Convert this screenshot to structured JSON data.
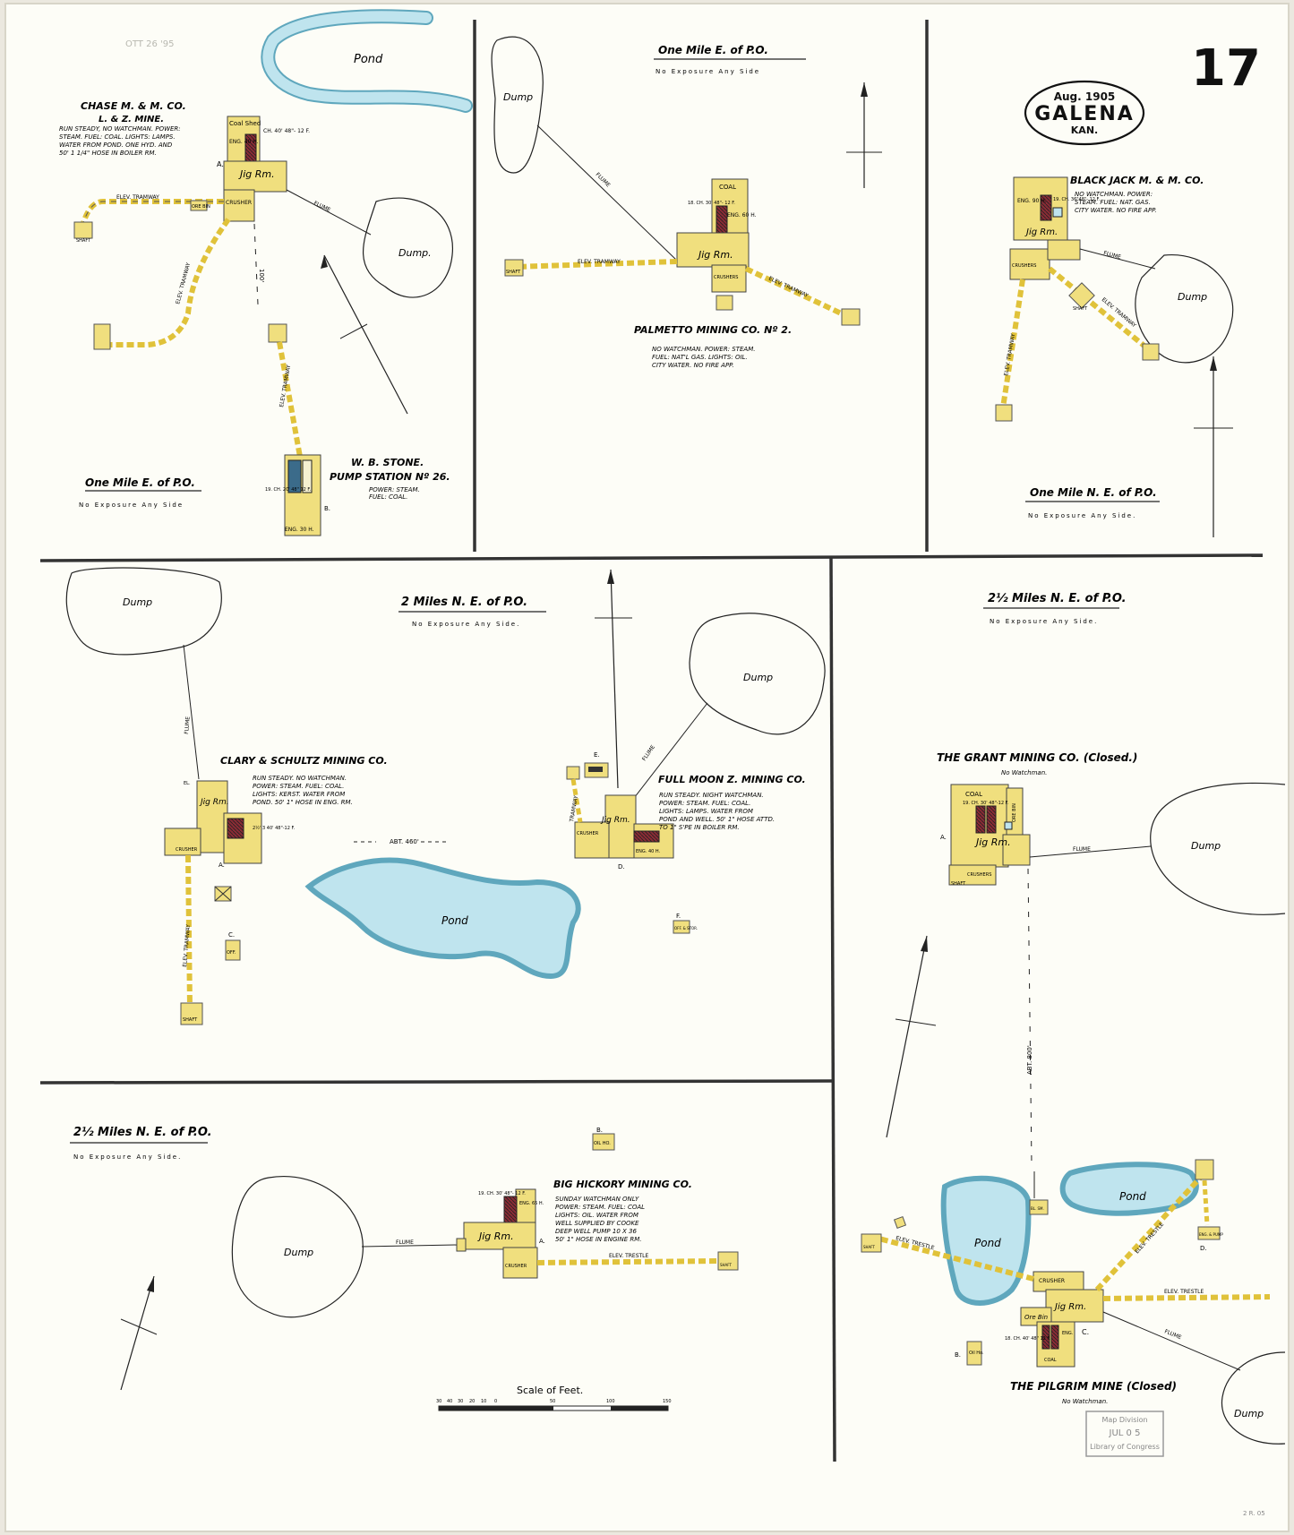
{
  "sheet": {
    "page_number": "17",
    "stamp_top": "OTT 26 '95",
    "corner_note": "2 R. 05",
    "receipt_stamp": [
      "Map Division",
      "JUL 0 5",
      "Library of Congress"
    ]
  },
  "title_cartouche": {
    "date": "Aug. 1905",
    "town": "GALENA",
    "state": "KAN."
  },
  "scale": {
    "title": "Scale of Feet.",
    "ticks": [
      "30",
      "40",
      "30",
      "20",
      "10",
      "0",
      "50",
      "100",
      "150"
    ]
  },
  "colors": {
    "building": "#f0df7e",
    "water": "#bfe4ee",
    "water_edge": "#5fa7bd",
    "ink": "#222222",
    "frame": "#333333",
    "paper": "#fdfdf7"
  },
  "panels": {
    "chase": {
      "heading": "CHASE M. & M. CO.",
      "subheading": "L. & Z. MINE.",
      "notes": [
        "RUN STEADY, NO WATCHMAN. POWER:",
        "STEAM. FUEL: COAL. LIGHTS: LAMPS.",
        "WATER FROM POND. ONE HYD. AND",
        "50' 1 1/4\" HOSE IN BOILER RM."
      ],
      "location": "One Mile E. of P.O.",
      "exposure": "No Exposure Any Side",
      "labels": {
        "pond": "Pond",
        "dump": "Dump.",
        "coal_shed": "Coal Shed",
        "eng": "ENG. 40 H.",
        "jig": "Jig Rm.",
        "crusher": "CRUSHER",
        "flume": "FLUME",
        "tramway_w": "ELEV. TRAMWAY",
        "tramway_sw": "ELEV. TRAMWAY",
        "tramway_s": "ELEV. TRAMWAY",
        "shaft": "SHAFT",
        "ore_bin": "ORE BIN",
        "dist": "100'",
        "letter_a": "A.",
        "boiler": "CH. 40' 48\"- 12 F."
      },
      "pump": {
        "title": "W. B. STONE.",
        "subtitle": "PUMP STATION Nº 26.",
        "notes": [
          "POWER: STEAM.",
          "FUEL: COAL."
        ],
        "eng": "ENG. 30 H.",
        "letter_b": "B.",
        "boiler": "19. CH. 20' 48\" 12 F."
      }
    },
    "palmetto": {
      "location": "One Mile E. of P.O.",
      "exposure": "No Exposure Any Side",
      "heading": "PALMETTO MINING CO. Nº 2.",
      "notes": [
        "NO WATCHMAN. POWER: STEAM.",
        "FUEL: NAT'L GAS. LIGHTS: OIL.",
        "CITY WATER. NO FIRE APP."
      ],
      "labels": {
        "dump": "Dump",
        "flume": "FLUME",
        "coal": "COAL",
        "eng": "ENG. 60 H.",
        "jig": "Jig Rm.",
        "crushers": "CRUSHERS",
        "tramway_w": "ELEV. TRAMWAY",
        "tramway_e": "ELEV. TRAMWAY",
        "shaft": "SHAFT",
        "boiler": "18. CH. 30' 48\"- 12 F."
      }
    },
    "blackjack": {
      "heading": "BLACK JACK M. & M. CO.",
      "notes": [
        "NO WATCHMAN. POWER:",
        "STEAM. FUEL: NAT. GAS.",
        "CITY WATER. NO FIRE APP."
      ],
      "location": "One Mile N. E. of P.O.",
      "exposure": "No Exposure Any Side.",
      "labels": {
        "dump": "Dump",
        "eng": "ENG. 90 H.",
        "jig": "Jig Rm.",
        "crushers": "CRUSHERS",
        "flume": "FLUME",
        "tramway_s": "ELEV. TRAMWAY",
        "tramway_se": "ELEV. TRAMWAY",
        "shaft": "SHAFT",
        "boiler": "19. CH. 36\"48\"- 12 F."
      }
    },
    "clary_fullmoon": {
      "location": "2 Miles N. E. of P.O.",
      "exposure": "No Exposure Any Side.",
      "clary": {
        "heading": "CLARY & SCHULTZ MINING CO.",
        "notes": [
          "RUN STEADY. NO WATCHMAN.",
          "POWER: STEAM. FUEL: COAL.",
          "LIGHTS: KERST. WATER FROM",
          "POND. 50' 1\" HOSE IN ENG. RM."
        ],
        "jig": "Jig Rm.",
        "crusher": "CRUSHER",
        "flume": "FLUME",
        "tramway": "ELEV. TRAMWAY",
        "shaft": "SHAFT",
        "off": "OFF.",
        "letter_a": "A.",
        "letter_c": "C.",
        "boiler": "2½' 3 40' 48\"-12 F.",
        "el": "EL."
      },
      "fullmoon": {
        "heading": "FULL MOON Z. MINING CO.",
        "notes": [
          "RUN STEADY. NIGHT WATCHMAN.",
          "POWER: STEAM. FUEL: COAL.",
          "LIGHTS: LAMPS. WATER FROM",
          "POND AND WELL. 50' 1\" HOSE ATTD.",
          "TO 1\" S'PE IN BOILER RM."
        ],
        "jig": "Jig Rm.",
        "crusher": "CRUSHER",
        "eng": "ENG. 40 H.",
        "flume": "FLUME",
        "tramway": "TRAMWAY",
        "letter_d": "D.",
        "letter_e": "E.",
        "letter_f": "F.",
        "off": "OFF. & STOR."
      },
      "dump_nw": "Dump",
      "dump_ne": "Dump",
      "pond": "Pond",
      "dist": "ABT. 460'"
    },
    "grant_pilgrim": {
      "location": "2½ Miles N. E. of P.O.",
      "exposure": "No Exposure Any Side.",
      "grant": {
        "heading": "THE GRANT MINING CO. (Closed.)",
        "note": "No Watchman.",
        "coal": "COAL",
        "jig": "Jig Rm.",
        "crushers": "CRUSHERS",
        "ore_bin": "ORE BIN",
        "flume": "FLUME",
        "shaft": "SHAFT",
        "letter_a": "A.",
        "dump": "Dump",
        "boiler": "19. CH. 30' 48\"-12 F."
      },
      "dist": "ABT. 800'",
      "pilgrim": {
        "heading": "THE PILGRIM MINE (Closed)",
        "note": "No Watchman.",
        "pond_w": "Pond",
        "pond_e": "Pond",
        "crusher": "CRUSHER",
        "jig": "Jig Rm.",
        "ore_bin": "Ore Bin",
        "eng": "ENG.",
        "coal": "COAL",
        "oil": "Oil Ho.",
        "flume": "FLUME",
        "trestle_w": "ELEV. TRESTLE",
        "trestle_e": "ELEV. TRESTLE",
        "trestle_ne": "ELEV. TRESTLE",
        "shaft": "SHAFT",
        "pump": "ENG. & PUMP",
        "bl_sm": "BL. SM.",
        "letter_b": "B.",
        "letter_c": "C.",
        "letter_d": "D.",
        "dump": "Dump",
        "boiler": "18. CH. 40' 48\" 12 F."
      }
    },
    "bighickory": {
      "location": "2½ Miles N. E. of P.O.",
      "exposure": "No Exposure Any Side.",
      "heading": "BIG HICKORY MINING CO.",
      "notes": [
        "SUNDAY WATCHMAN ONLY",
        "POWER: STEAM. FUEL: COAL",
        "LIGHTS: OIL. WATER FROM",
        "WELL SUPPLIED BY COOKE",
        "DEEP WELL PUMP 10 X 36",
        "50' 1\" HOSE IN ENGINE RM."
      ],
      "labels": {
        "dump": "Dump",
        "flume": "FLUME",
        "jig": "Jig Rm.",
        "crusher": "CRUSHER",
        "eng": "ENG. 65 H.",
        "trestle": "ELEV. TRESTLE",
        "shaft": "SHAFT",
        "oil": "OIL HO.",
        "letter_b": "B.",
        "letter_a": "A.",
        "boiler": "19. CH. 30' 48\"- 12 F."
      }
    }
  }
}
